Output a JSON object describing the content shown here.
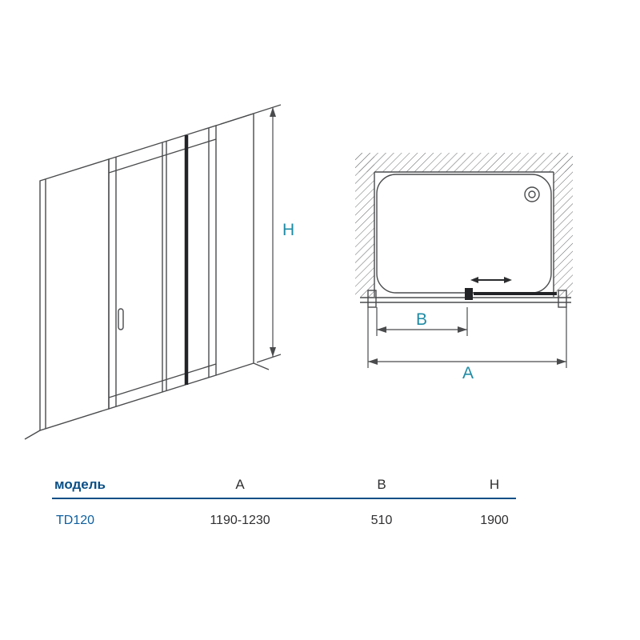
{
  "colors": {
    "dimension_accent": "#1f8ba4",
    "table_rule": "#0a4f86",
    "model_text": "#0d5f9f",
    "drawing_line": "#4a4b4d"
  },
  "front_view": {
    "height_dim_label": "H"
  },
  "plan_view": {
    "width_dim_label": "A",
    "entry_dim_label": "B"
  },
  "spec_table": {
    "headers": {
      "model": "модель",
      "a": "A",
      "b": "B",
      "h": "H"
    },
    "rows": [
      {
        "model": "TD120",
        "a": "1190-1230",
        "b": "510",
        "h": "1900"
      }
    ]
  }
}
